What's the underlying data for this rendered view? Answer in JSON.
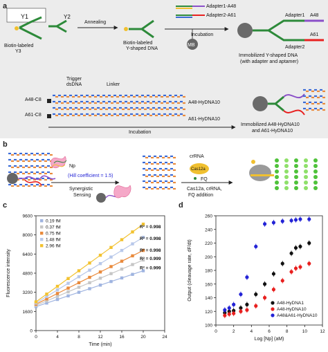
{
  "panel_a": {
    "letter": "a",
    "y1": "Y1",
    "y2": "Y2",
    "biotin_label": "Biotin-labeled",
    "y3": "Y3",
    "annealing": "Annealing",
    "yshape_line1": "Biotin-labeled",
    "yshape_line2": "Y-shaped DNA",
    "adapter1_a48": "Adapter1-A48",
    "adapter2_a61": "Adapter2-A61",
    "incubation": "Incubation",
    "mb": "MB",
    "adapter1": "Adapter1",
    "adapter2": "Adapter2",
    "a48": "A48",
    "a61": "A61",
    "immob_line1": "Immobilized Y-shaped DNA",
    "immob_line2": "(with adapter and aptamer)",
    "trigger_line1": "Trigger",
    "trigger_line2": "dsDNA",
    "linker": "Linker",
    "a48_c8": "A48-C8",
    "a61_c8": "A61-C8",
    "a48_hydna10": "A48-HyDNA10",
    "a61_hydna10": "A61-HyDNA10",
    "incubation2": "Incubation",
    "immob_hy_line1": "Immobilized A48-HyDNA10",
    "immob_hy_line2": "and A61-HyDNA10"
  },
  "panel_b": {
    "letter": "b",
    "np": "Np",
    "hill": "(Hill coefficient = 1.5)",
    "synergetic_line1": "Synergistic",
    "synergetic_line2": "Sensing",
    "crrna": "crRNA",
    "cas12a": "Cas12a",
    "fq": "FQ",
    "addition_line1": "Cas12a, crRNA,",
    "addition_line2": "FQ addition"
  },
  "panel_c": {
    "letter": "c",
    "chart_data": {
      "type": "line",
      "xlabel": "Time (min)",
      "ylabel": "Fluorescence intensity",
      "xlim": [
        0,
        24
      ],
      "ylim": [
        0,
        9600
      ],
      "xticks": [
        0,
        4,
        8,
        12,
        16,
        20,
        24
      ],
      "yticks": [
        0,
        1600,
        3200,
        4800,
        6400,
        8000,
        9600
      ],
      "x": [
        0,
        2,
        4,
        6,
        8,
        10,
        12,
        14,
        16,
        18,
        20
      ],
      "series": [
        {
          "name": "0.19 fM",
          "color": "#9fb4e0",
          "values": [
            2000,
            2300,
            2600,
            2900,
            3200,
            3500,
            3800,
            4100,
            4400,
            4700,
            5000
          ]
        },
        {
          "name": "0.37 fM",
          "color": "#c6c6c6",
          "values": [
            2100,
            2480,
            2860,
            3240,
            3620,
            4000,
            4380,
            4760,
            5140,
            5520,
            5900
          ]
        },
        {
          "name": "0.75 fM",
          "color": "#e98a3c",
          "values": [
            2200,
            2650,
            3100,
            3550,
            4000,
            4450,
            4900,
            5350,
            5800,
            6250,
            6700
          ]
        },
        {
          "name": "1.48 fM",
          "color": "#b8c8ea",
          "values": [
            2300,
            2850,
            3400,
            3950,
            4500,
            5050,
            5600,
            6150,
            6700,
            7250,
            7800
          ]
        },
        {
          "name": "2.96 fM",
          "color": "#f2c230",
          "values": [
            2400,
            3050,
            3700,
            4350,
            5000,
            5650,
            6300,
            6950,
            7600,
            8250,
            8900
          ]
        }
      ],
      "r2_labels": [
        "R² = 0.999",
        "R² = 0.999",
        "R² = 0.998",
        "R² = 0.998",
        "R² = 0.998"
      ],
      "legend": "top-left"
    }
  },
  "panel_d": {
    "letter": "d",
    "chart_data": {
      "type": "scatter",
      "xlabel": "Log [Np] (aM)",
      "ylabel": "Output (cleavage rate, dF/dt)",
      "xlim": [
        0,
        12
      ],
      "ylim": [
        100,
        260
      ],
      "xticks": [
        0,
        2,
        4,
        6,
        8,
        10,
        12
      ],
      "yticks": [
        100,
        120,
        140,
        160,
        180,
        200,
        220,
        240,
        260
      ],
      "series": [
        {
          "name": "A48-HyDNA1",
          "color": "#111111",
          "x": [
            1.0,
            1.5,
            2.0,
            2.8,
            3.5,
            4.5,
            5.5,
            6.5,
            7.5,
            8.5,
            9.0,
            9.5,
            10.5
          ],
          "y": [
            118,
            120,
            121,
            125,
            130,
            145,
            160,
            175,
            190,
            205,
            213,
            215,
            220
          ]
        },
        {
          "name": "A48-HyDNA10",
          "color": "#e8201f",
          "x": [
            1.0,
            1.5,
            2.0,
            2.8,
            3.5,
            4.5,
            5.5,
            6.5,
            7.5,
            8.5,
            9.0,
            9.5,
            10.5
          ],
          "y": [
            114,
            116,
            117,
            120,
            122,
            128,
            140,
            152,
            165,
            178,
            183,
            185,
            190
          ]
        },
        {
          "name": "A48&A61-HyDNA10",
          "color": "#2323d6",
          "x": [
            1.0,
            1.5,
            2.0,
            2.8,
            3.5,
            4.5,
            5.5,
            6.5,
            7.5,
            8.5,
            9.0,
            9.5,
            10.5
          ],
          "y": [
            122,
            125,
            130,
            145,
            170,
            215,
            248,
            250,
            252,
            253,
            254,
            255,
            255
          ]
        }
      ],
      "legend": "bottom-right"
    }
  }
}
